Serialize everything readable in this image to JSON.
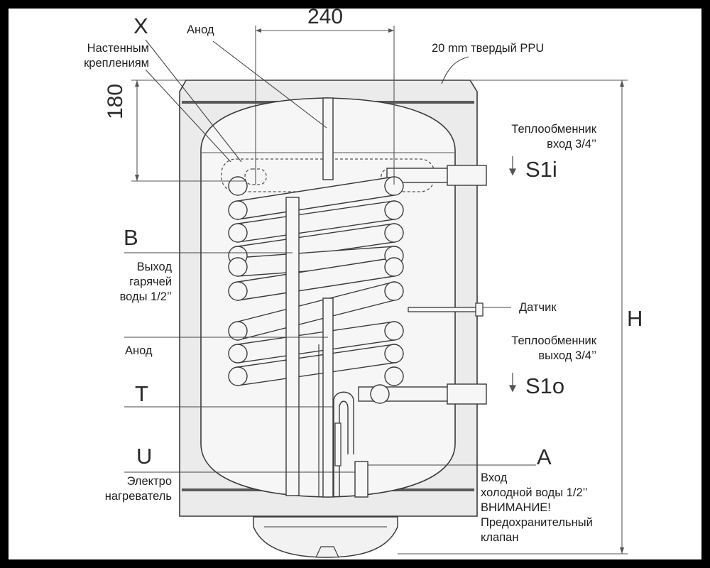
{
  "labels": {
    "x": "X",
    "wall_mount": [
      "Настенным",
      "креплениям"
    ],
    "anode_top": "Анод",
    "dim_240": "240",
    "insulation": "20 mm твердый PPU",
    "dim_180": "180",
    "hx_in": [
      "Теплообменник",
      "вход  3/4’’"
    ],
    "s1i": "S1i",
    "b": "B",
    "hot_out": [
      "Выход",
      "гарячей",
      "воды  1/2’’"
    ],
    "sensor": "Датчик",
    "h": "H",
    "anode_mid": "Анод",
    "hx_out": [
      "Теплообменник",
      "выход  3/4’’"
    ],
    "s1o": "S1o",
    "t": "T",
    "u": "U",
    "electro": [
      "Электро",
      "нагреватель"
    ],
    "a": "A",
    "cold_in": [
      "Вход",
      "холодной воды 1/2’’",
      "ВНИМАНИЕ!",
      "Предохранительный",
      "клапан"
    ]
  },
  "colors": {
    "background": "#000000",
    "paper": "#ffffff",
    "insulation": "#ebebeb",
    "tank": "#f6f6f6",
    "line": "#3a3a3a",
    "text": "#1e1e1e"
  }
}
